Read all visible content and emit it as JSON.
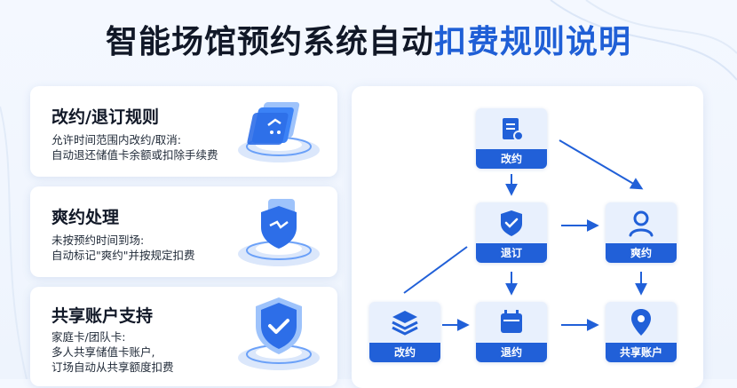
{
  "title": {
    "main": "智能场馆预约系统自动",
    "accent": "扣费规则说明"
  },
  "cards": [
    {
      "title": "改约/退订规则",
      "lines": [
        "允许时间范围内改约/取消:",
        "自动退还储值卡余额或扣除手续费"
      ]
    },
    {
      "title": "爽约处理",
      "lines": [
        "未按预约时间到场:",
        "自动标记\"爽约\"并按规定扣费"
      ]
    },
    {
      "title": "共享账户支持",
      "lines": [
        "家庭卡/团队卡:",
        "多人共享储值卡账户,",
        "订场自动从共享额度扣费"
      ]
    }
  ],
  "flow": {
    "nodes": {
      "gaiyue_top": "改约",
      "tuiding": "退订",
      "shuangyue": "爽约",
      "gaiyue_left": "改约",
      "tuiyue": "退约",
      "gongxiang": "共享账户"
    }
  },
  "colors": {
    "accent": "#1f5fd6",
    "node_label_bg": "#2160d8",
    "node_bg": "#e8f0fd"
  },
  "icons": {
    "card1": "document-stack-icon",
    "card2": "shield-card-icon",
    "card3": "shield-check-icon",
    "gaiyue_top": "document-icon",
    "tuiding": "shield-check-icon",
    "shuangyue": "user-icon",
    "gaiyue_left": "layers-icon",
    "tuiyue": "calendar-icon",
    "gongxiang": "location-pin-icon"
  }
}
